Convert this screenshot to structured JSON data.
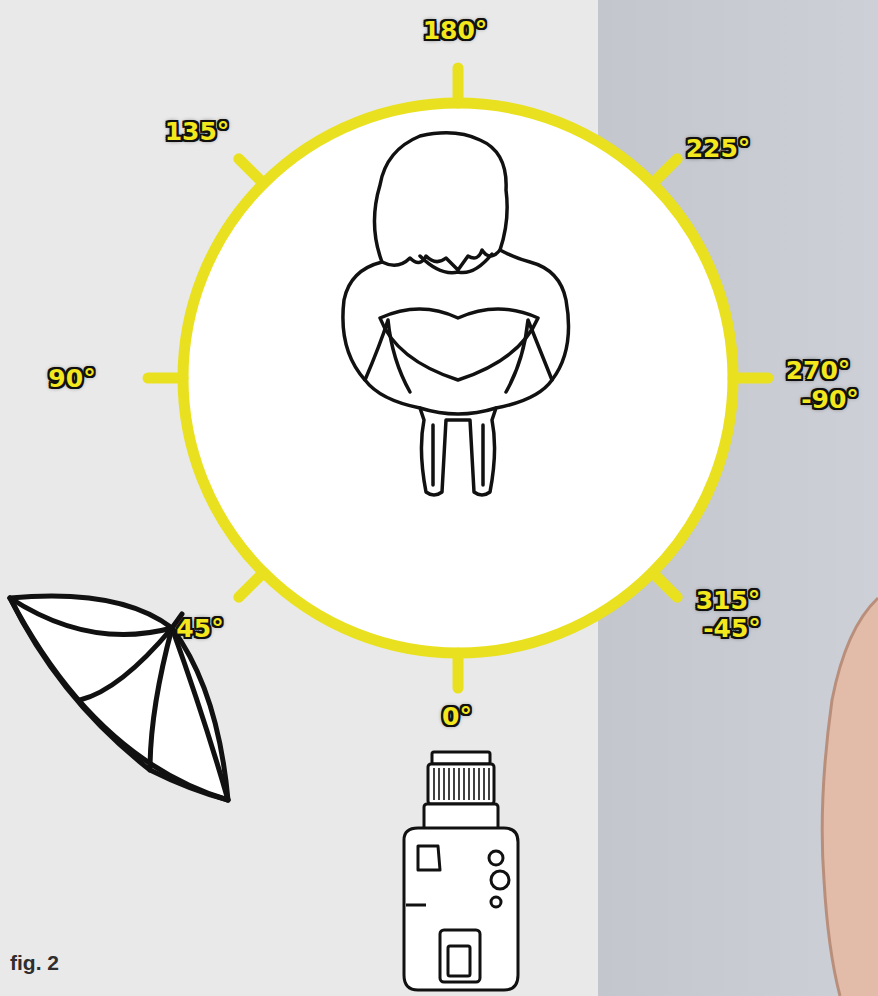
{
  "diagram": {
    "labels": [
      "180°",
      "135°",
      "225°",
      "90°",
      "270°",
      "-90°",
      "315°",
      "-45°",
      "45°",
      "0°",
      "fig. 2"
    ]
  }
}
